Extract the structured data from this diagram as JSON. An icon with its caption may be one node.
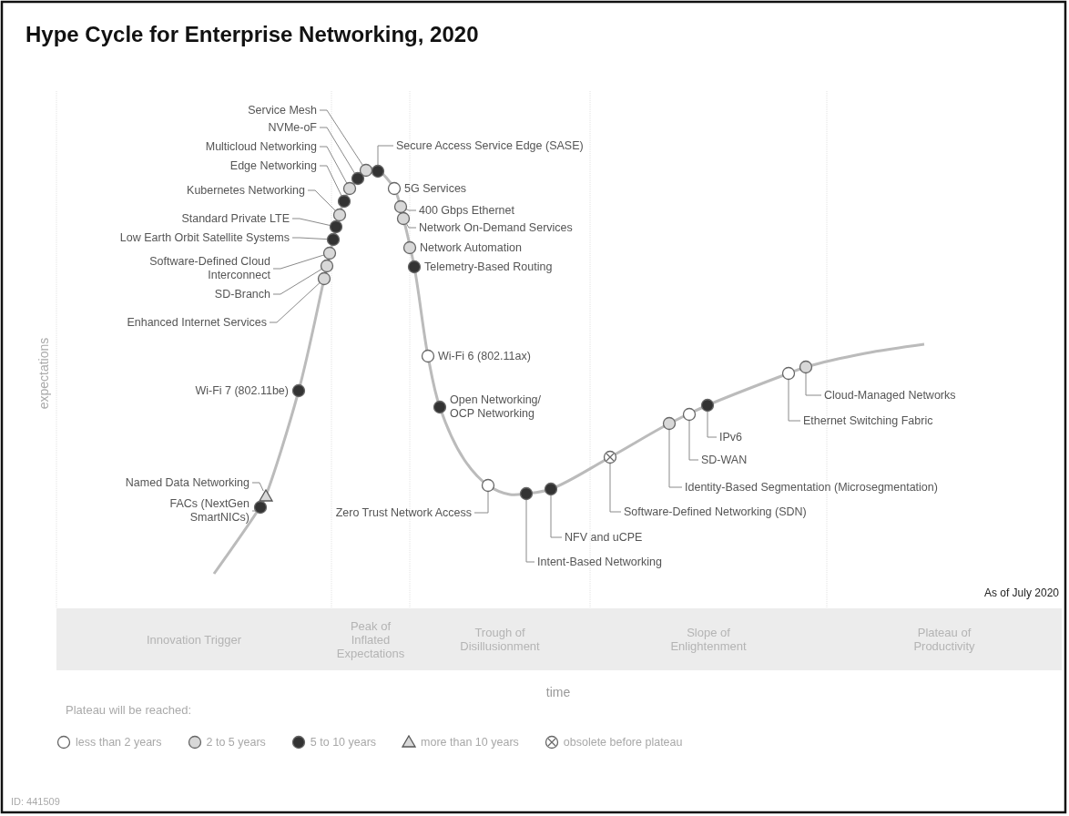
{
  "diagram": {
    "title": "Hype Cycle for Enterprise Networking, 2020",
    "nodes": [
      {
        "text": [
          "Service Mesh"
        ]
      },
      {
        "text": [],
        "shape": "circle"
      },
      {
        "text": [
          "NVMe-oF"
        ]
      },
      {
        "text": [],
        "shape": "circle"
      },
      {
        "text": [
          "Multicloud Networking"
        ]
      },
      {
        "text": [],
        "shape": "circle"
      },
      {
        "text": [
          "Edge Networking"
        ]
      },
      {
        "text": [],
        "shape": "circle"
      },
      {
        "text": [
          "Kubernetes Networking"
        ]
      },
      {
        "text": [],
        "shape": "circle"
      },
      {
        "text": [
          "Standard Private LTE"
        ]
      },
      {
        "text": [],
        "shape": "circle"
      },
      {
        "text": [
          "Low Earth Orbit Satellite Systems"
        ]
      },
      {
        "text": [],
        "shape": "circle"
      },
      {
        "text": [
          "Software-Defined Cloud Interconnect"
        ]
      },
      {
        "text": [],
        "shape": "circle"
      },
      {
        "text": [
          "SD-Branch"
        ]
      },
      {
        "text": [],
        "shape": "circle"
      },
      {
        "text": [
          "Enhanced Internet Services"
        ]
      },
      {
        "text": [],
        "shape": "circle"
      },
      {
        "text": [
          "Secure Access Service Edge (SASE)"
        ]
      },
      {
        "text": [],
        "shape": "circle"
      },
      {
        "text": [],
        "shape": "circle",
        "beside": [
          "5G Services"
        ]
      },
      {
        "text": [
          "400 Gbps Ethernet"
        ]
      },
      {
        "text": [],
        "shape": "circle"
      },
      {
        "text": [
          "Network On-Demand Services"
        ]
      },
      {
        "text": [],
        "shape": "circle"
      },
      {
        "text": [],
        "shape": "circle",
        "beside": [
          "Network Automation"
        ]
      },
      {
        "text": [],
        "shape": "circle",
        "beside": [
          "Telemetry-Based Routing"
        ]
      },
      {
        "text": [],
        "shape": "circle",
        "beside": [
          "Wi-Fi 6 (802.11ax)"
        ]
      },
      {
        "text": [],
        "shape": "circle",
        "beside": [
          "Open Networking/ OCP Networking"
        ]
      },
      {
        "text": [],
        "shape": "circle",
        "beside": [
          "Wi-Fi 7 (802.11be)"
        ]
      },
      {
        "text": [
          "Named Data Networking"
        ]
      },
      {
        "text": [],
        "shape": "triangle"
      },
      {
        "text": [
          "FACs (NextGen SmartNICs)"
        ]
      },
      {
        "text": [],
        "shape": "circle"
      },
      {
        "text": [
          "Zero Trust Network Access"
        ]
      },
      {
        "text": [],
        "shape": "circle"
      },
      {
        "text": [
          "Intent-Based Networking"
        ]
      },
      {
        "text": [],
        "shape": "circle"
      },
      {
        "text": [
          "NFV and uCPE"
        ]
      },
      {
        "text": [],
        "shape": "circle"
      },
      {
        "text": [
          "Software-Defined Networking (SDN)"
        ]
      },
      {
        "text": [],
        "shape": "circle"
      },
      {
        "text": [
          "Identity-Based Segmentation (Microsegmentation)"
        ]
      },
      {
        "text": [],
        "shape": "circle"
      },
      {
        "text": [
          "SD-WAN"
        ]
      },
      {
        "text": [],
        "shape": "circle"
      },
      {
        "text": [
          "IPv6"
        ]
      },
      {
        "text": [],
        "shape": "circle"
      },
      {
        "text": [
          "Ethernet Switching Fabric"
        ]
      },
      {
        "text": [],
        "shape": "circle"
      },
      {
        "text": [
          "Cloud-Managed Networks"
        ]
      },
      {
        "text": [],
        "shape": "circle"
      },
      {
        "text": [
          "Innovation Trigger"
        ]
      },
      {
        "text": [
          "Peak of Inflated Expectations"
        ]
      },
      {
        "text": [
          "Trough of Disillusionment"
        ]
      },
      {
        "text": [
          "Slope of Enlightenment"
        ]
      },
      {
        "text": [
          "Plateau of Productivity"
        ]
      }
    ],
    "edges": [
      {
        "from": 0,
        "to": 1,
        "arrow": "none"
      },
      {
        "from": 2,
        "to": 3,
        "arrow": "none"
      },
      {
        "from": 4,
        "to": 5,
        "arrow": "none"
      },
      {
        "from": 6,
        "to": 7,
        "arrow": "none"
      },
      {
        "from": 8,
        "to": 9,
        "arrow": "none"
      },
      {
        "from": 10,
        "to": 11,
        "arrow": "none"
      },
      {
        "from": 12,
        "to": 13,
        "arrow": "none"
      },
      {
        "from": 14,
        "to": 15,
        "arrow": "none"
      },
      {
        "from": 16,
        "to": 17,
        "arrow": "none"
      },
      {
        "from": 18,
        "to": 19,
        "arrow": "none"
      },
      {
        "from": 20,
        "to": 21,
        "arrow": "none"
      },
      {
        "from": 23,
        "to": 24,
        "arrow": "none"
      },
      {
        "from": 25,
        "to": 26,
        "arrow": "none"
      },
      {
        "from": 32,
        "to": 33,
        "arrow": "none"
      },
      {
        "from": 34,
        "to": 35,
        "arrow": "none"
      },
      {
        "from": 36,
        "to": 37,
        "arrow": "none"
      },
      {
        "from": 38,
        "to": 39,
        "arrow": "none"
      },
      {
        "from": 40,
        "to": 41,
        "arrow": "none"
      },
      {
        "from": 42,
        "to": 43,
        "arrow": "none"
      },
      {
        "from": 44,
        "to": 45,
        "arrow": "none"
      },
      {
        "from": 46,
        "to": 47,
        "arrow": "none"
      },
      {
        "from": 48,
        "to": 49,
        "arrow": "none"
      },
      {
        "from": 50,
        "to": 51,
        "arrow": "none"
      },
      {
        "from": 52,
        "to": 53,
        "arrow": "none"
      }
    ],
    "labels": [
      "expectations",
      "As of July 2020",
      "time",
      "Plateau will be reached:",
      "ID: 441509"
    ],
    "legend": [
      {
        "text": "less than 2 years"
      },
      {
        "text": "2 to 5 years"
      },
      {
        "text": "5 to 10 years"
      },
      {
        "text": "more than 10 years"
      },
      {
        "text": "obsolete before plateau"
      }
    ]
  }
}
